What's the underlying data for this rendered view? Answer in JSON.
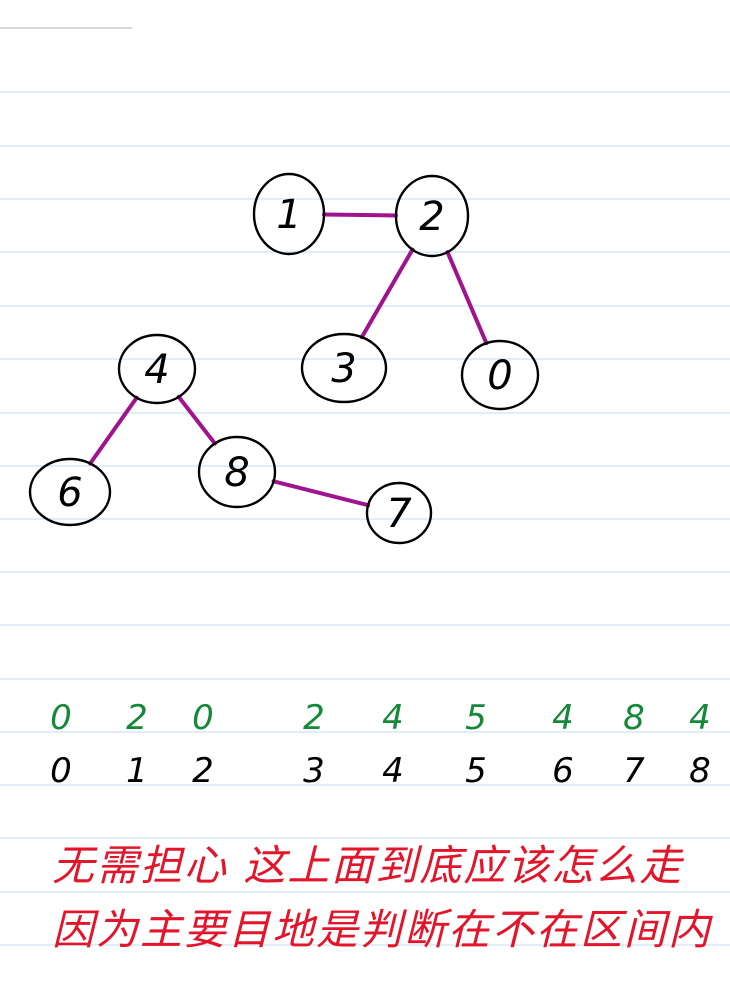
{
  "colors": {
    "ruled_line": "#cfe2f3",
    "ink": "#000000",
    "edge": "#a0138e",
    "parent_ink": "#16883a",
    "note_ink": "#e3152b"
  },
  "nodes": [
    {
      "id": "1",
      "label": "1"
    },
    {
      "id": "2",
      "label": "2"
    },
    {
      "id": "3",
      "label": "3"
    },
    {
      "id": "0",
      "label": "0"
    },
    {
      "id": "4",
      "label": "4"
    },
    {
      "id": "6",
      "label": "6"
    },
    {
      "id": "8",
      "label": "8"
    },
    {
      "id": "7",
      "label": "7"
    }
  ],
  "edges": [
    {
      "from": "1",
      "to": "2"
    },
    {
      "from": "2",
      "to": "3"
    },
    {
      "from": "2",
      "to": "0"
    },
    {
      "from": "4",
      "to": "6"
    },
    {
      "from": "4",
      "to": "8"
    },
    {
      "from": "8",
      "to": "7"
    }
  ],
  "parent_array": {
    "values": [
      "0",
      "2",
      "0",
      "2",
      "4",
      "5",
      "4",
      "8",
      "4"
    ],
    "indices": [
      "0",
      "1",
      "2",
      "3",
      "4",
      "5",
      "6",
      "7",
      "8"
    ]
  },
  "notes": {
    "line1": "无需担心 这上面到底应该怎么走",
    "line2": "因为主要目地是判断在不在区间内"
  }
}
